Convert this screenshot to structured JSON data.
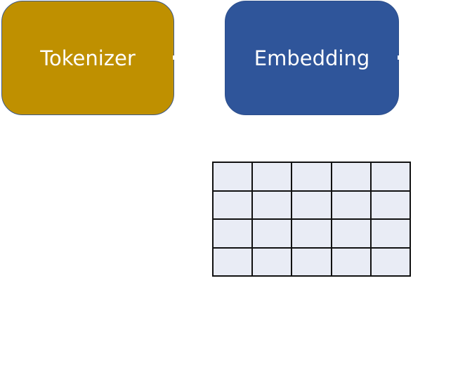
{
  "tokenizer": {
    "label": "Tokenizer",
    "color": "#bf9000"
  },
  "embedding": {
    "label": "Embedding",
    "color": "#2f559a"
  },
  "matrix": {
    "rows": 4,
    "cols": 5,
    "cell_color": "#e9ecf5",
    "border_color": "#111111"
  }
}
